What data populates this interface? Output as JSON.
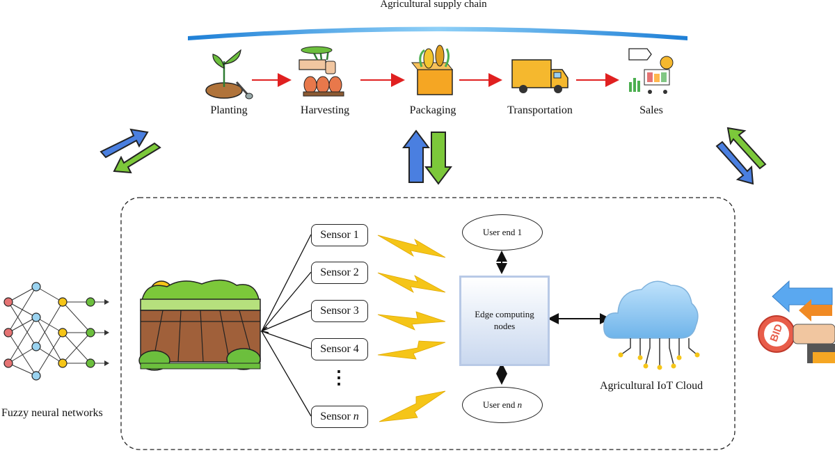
{
  "title": "Agricultural supply chain",
  "stages": [
    {
      "label": "Planting",
      "icon": "planting-icon"
    },
    {
      "label": "Harvesting",
      "icon": "harvesting-icon"
    },
    {
      "label": "Packaging",
      "icon": "packaging-icon"
    },
    {
      "label": "Transportation",
      "icon": "truck-icon"
    },
    {
      "label": "Sales",
      "icon": "sales-cart-icon"
    }
  ],
  "left_label": "Fuzzy neural networks",
  "sensors": [
    "Sensor 1",
    "Sensor 2",
    "Sensor 3",
    "Sensor 4"
  ],
  "ellipsis": "⋮",
  "sensor_n": {
    "prefix": "Sensor ",
    "var": "n"
  },
  "user_end_1": "User end 1",
  "user_end_n": {
    "prefix": "User end ",
    "var": "n"
  },
  "edge_node": {
    "line1": "Edge computing",
    "line2": "nodes"
  },
  "cloud_label": "Agricultural IoT Cloud",
  "bid_text": "BID",
  "colors": {
    "arc": "#2f8fd8",
    "arrow_red": "#e02020",
    "bolt": "#f5c518",
    "blue_arrow": "#4a7fe0",
    "green_arrow": "#7cc83a",
    "cloud": "#8cc4f0"
  }
}
